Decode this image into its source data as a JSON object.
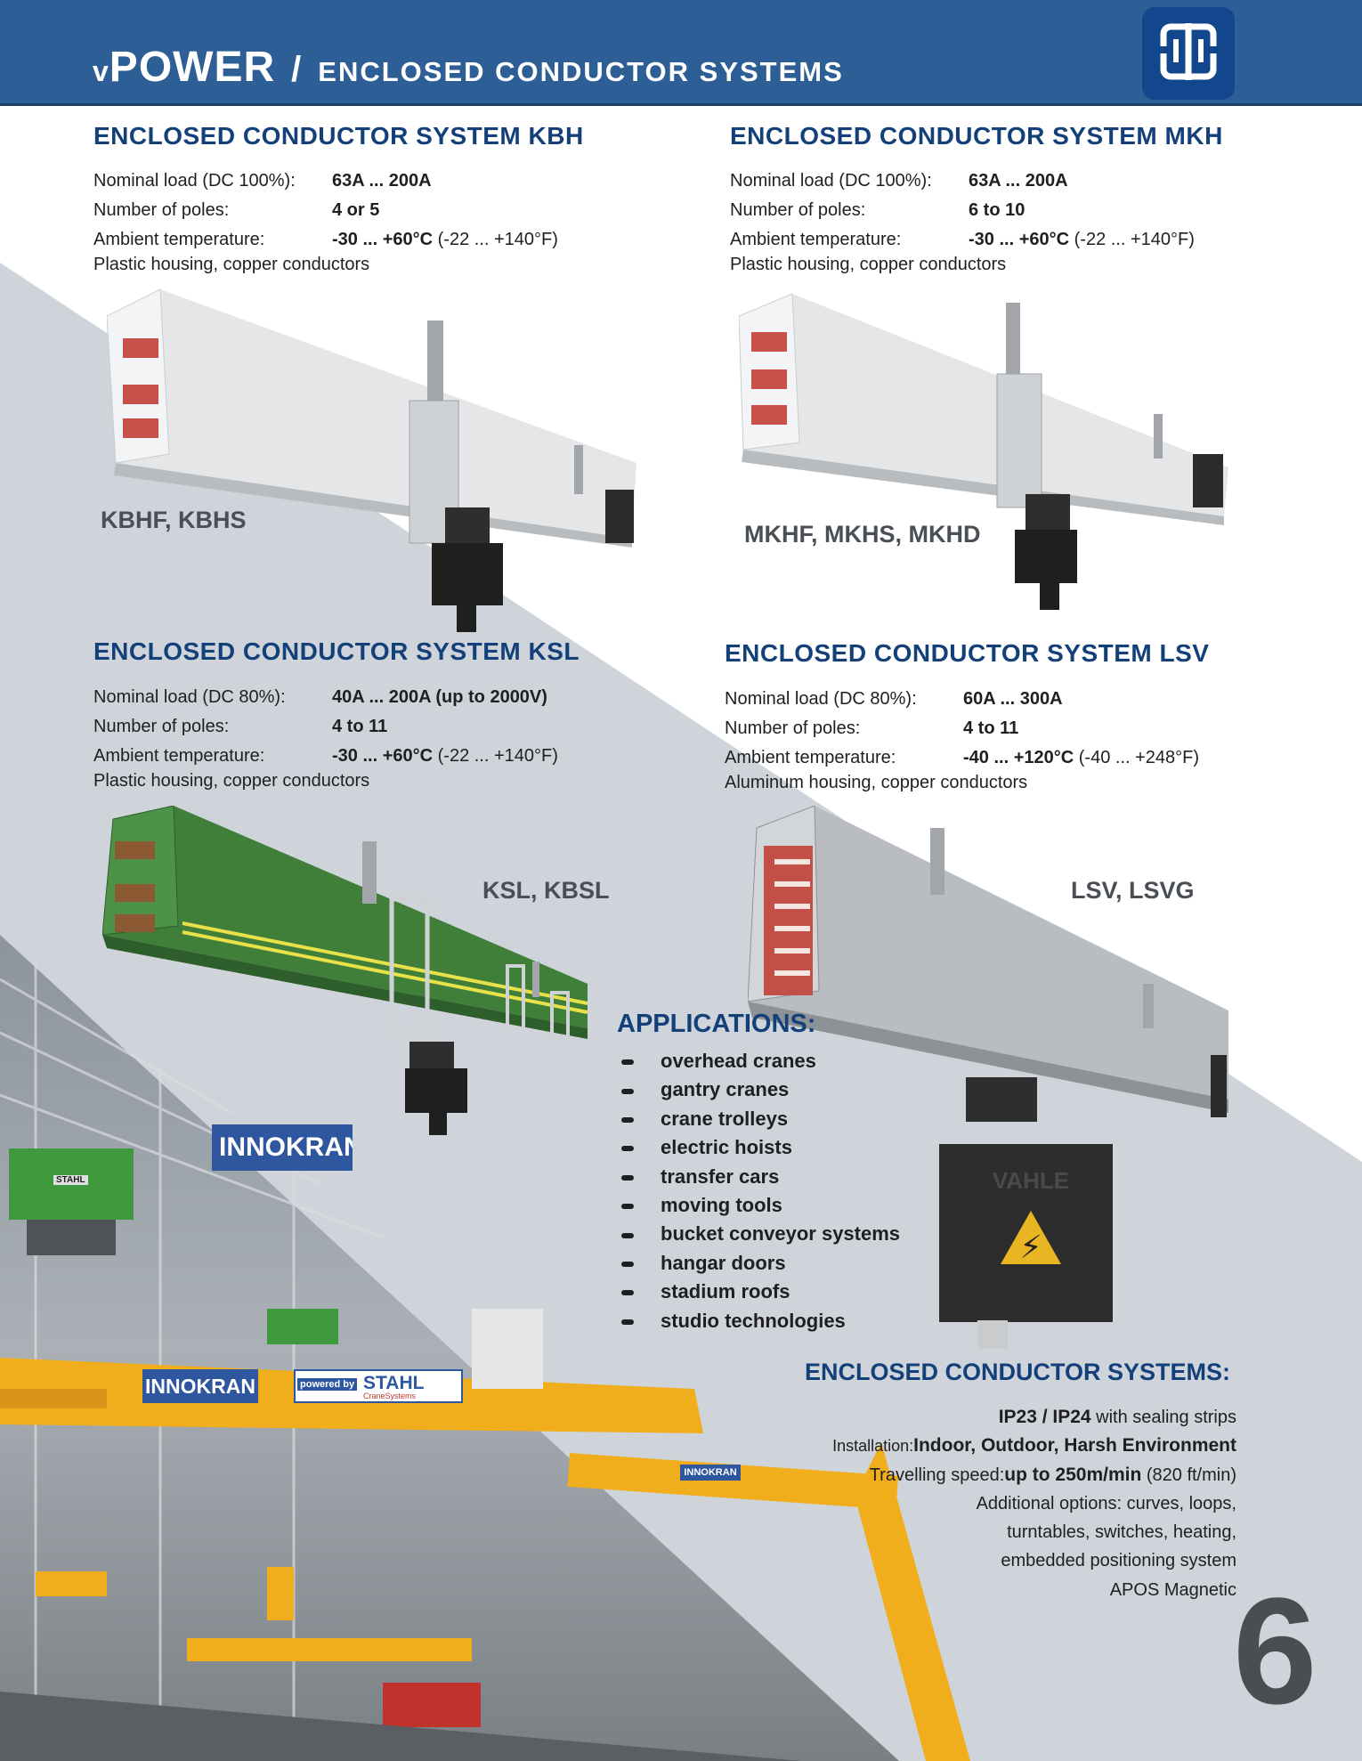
{
  "header": {
    "brand_prefix": "v",
    "brand": "POWER",
    "separator": "/",
    "subtitle": "ENCLOSED CONDUCTOR SYSTEMS"
  },
  "logo_icon": "busbar-logo-icon",
  "colors": {
    "header_blue": "#2d5e95",
    "title_blue": "#14407a",
    "diagonal_gray": "#cfd4db",
    "ksl_green": "#3f7f3a",
    "crane_yellow": "#f0ae1c"
  },
  "systems": {
    "kbh": {
      "title": "ENCLOSED CONDUCTOR SYSTEM KBH",
      "rows": [
        {
          "label": "Nominal load (DC 100%):",
          "value": "63A ... 200A",
          "extra": ""
        },
        {
          "label": "Number of poles:",
          "value": "4 or 5",
          "extra": ""
        },
        {
          "label": "Ambient temperature:",
          "value": "-30 ... +60°C",
          "extra": " (-22 ... +140°F)"
        }
      ],
      "note": "Plastic housing, copper conductors",
      "models": "KBHF, KBHS"
    },
    "mkh": {
      "title": "ENCLOSED CONDUCTOR SYSTEM MKH",
      "rows": [
        {
          "label": "Nominal load (DC 100%):",
          "value": "63A ... 200A",
          "extra": ""
        },
        {
          "label": "Number of poles:",
          "value": "6 to 10",
          "extra": ""
        },
        {
          "label": "Ambient temperature:",
          "value": "-30 ... +60°C",
          "extra": " (-22 ... +140°F)"
        }
      ],
      "note": "Plastic housing, copper conductors",
      "models": "MKHF, MKHS, MKHD"
    },
    "ksl": {
      "title": "ENCLOSED CONDUCTOR SYSTEM KSL",
      "rows": [
        {
          "label": "Nominal load (DC 80%):",
          "value": "40A ... 200A (up to 2000V)",
          "extra": ""
        },
        {
          "label": "Number of poles:",
          "value": "4 to 11",
          "extra": ""
        },
        {
          "label": "Ambient temperature:",
          "value": "-30 ... +60°C",
          "extra": " (-22 ... +140°F)"
        }
      ],
      "note": "Plastic housing, copper conductors",
      "models": "KSL, KBSL"
    },
    "lsv": {
      "title": "ENCLOSED CONDUCTOR SYSTEM LSV",
      "rows": [
        {
          "label": "Nominal load (DC 80%):",
          "value": "60A ... 300A",
          "extra": ""
        },
        {
          "label": "Number of poles:",
          "value": "4 to 11",
          "extra": ""
        },
        {
          "label": "Ambient temperature:",
          "value": "-40 ... +120°C",
          "extra": " (-40 ... +248°F)"
        }
      ],
      "note": "Aluminum housing, copper conductors",
      "models": "LSV, LSVG"
    }
  },
  "applications": {
    "title": "APPLICATIONS:",
    "items": [
      "overhead cranes",
      "gantry cranes",
      "crane trolleys",
      "electric hoists",
      "transfer cars",
      "moving tools",
      "bucket conveyor systems",
      "hangar doors",
      "stadium roofs",
      "studio technologies"
    ]
  },
  "enclosed_systems": {
    "title": "ENCLOSED CONDUCTOR SYSTEMS:",
    "ip_bold": "IP23 / IP24",
    "ip_rest": " with sealing strips",
    "install_label": "Installation:",
    "install_value": "Indoor, Outdoor, Harsh Environment",
    "speed_label": "Travelling speed:",
    "speed_value": "up to 250m/min",
    "speed_extra": " (820 ft/min)",
    "options": [
      "Additional options: curves, loops,",
      "turntables, switches, heating,",
      "embedded positioning system",
      "APOS Magnetic"
    ]
  },
  "photo_signs": {
    "innokran_top": "INNOKRAN",
    "innokran_main": "INNOKRAN",
    "powered_by": "powered by",
    "stahl": "STAHL",
    "stahl_sub": "CraneSystems",
    "innokran_jib": "INNOKRAN",
    "stahl_hoist": "STAHL",
    "vahle": "VAHLE"
  },
  "page_number": "6"
}
